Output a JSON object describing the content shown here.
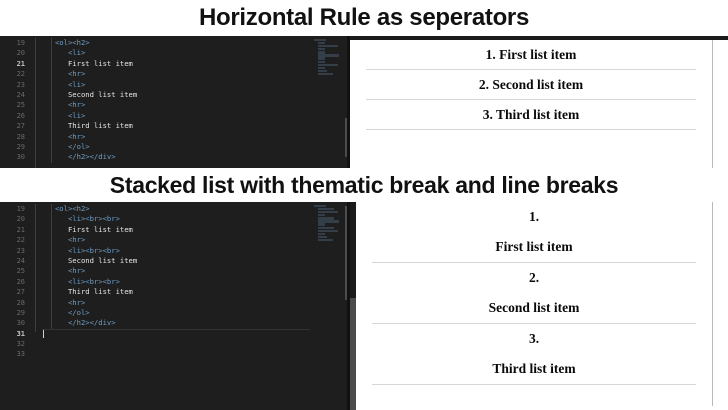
{
  "sections": [
    {
      "title": "Horizontal Rule as seperators",
      "editor": {
        "first_line_number": 19,
        "line_numbers": [
          "19",
          "20",
          "21",
          "22",
          "23",
          "24",
          "25",
          "26",
          "27",
          "28",
          "29",
          "30"
        ],
        "active_line_number": "21",
        "lines": [
          {
            "n": "19",
            "indent": 0,
            "tokens": [
              {
                "t": "tag",
                "s": "<ol><h2>"
              }
            ]
          },
          {
            "n": "20",
            "indent": 1,
            "tokens": [
              {
                "t": "tag",
                "s": "<li>"
              }
            ]
          },
          {
            "n": "21",
            "indent": 1,
            "tokens": [
              {
                "t": "txt",
                "s": "First list item"
              }
            ]
          },
          {
            "n": "22",
            "indent": 1,
            "tokens": [
              {
                "t": "tag",
                "s": "<hr>"
              }
            ]
          },
          {
            "n": "23",
            "indent": 1,
            "tokens": [
              {
                "t": "tag",
                "s": "<li>"
              }
            ]
          },
          {
            "n": "24",
            "indent": 1,
            "tokens": [
              {
                "t": "txt",
                "s": "Second list item"
              }
            ]
          },
          {
            "n": "25",
            "indent": 1,
            "tokens": [
              {
                "t": "tag",
                "s": "<hr>"
              }
            ]
          },
          {
            "n": "26",
            "indent": 1,
            "tokens": [
              {
                "t": "tag",
                "s": "<li>"
              }
            ]
          },
          {
            "n": "27",
            "indent": 1,
            "tokens": [
              {
                "t": "txt",
                "s": "Third list item"
              }
            ]
          },
          {
            "n": "28",
            "indent": 1,
            "tokens": [
              {
                "t": "tag",
                "s": "<hr>"
              }
            ]
          },
          {
            "n": "29",
            "indent": 1,
            "tokens": [
              {
                "t": "tag",
                "s": "</ol>"
              }
            ]
          },
          {
            "n": "30",
            "indent": 1,
            "tokens": [
              {
                "t": "tag",
                "s": "</h2></div>"
              }
            ]
          }
        ]
      },
      "preview": {
        "items": [
          {
            "marker": "1.",
            "text": "First list item",
            "inline": true
          },
          {
            "marker": "2.",
            "text": "Second list item",
            "inline": true
          },
          {
            "marker": "3.",
            "text": "Third list item",
            "inline": true
          }
        ],
        "rule_after_each": true
      }
    },
    {
      "title": "Stacked list with thematic break and line breaks",
      "editor": {
        "first_line_number": 19,
        "line_numbers": [
          "19",
          "20",
          "21",
          "22",
          "23",
          "24",
          "25",
          "26",
          "27",
          "28",
          "29",
          "30",
          "31",
          "32",
          "33"
        ],
        "active_line_number": "31",
        "lines": [
          {
            "n": "19",
            "indent": 0,
            "tokens": [
              {
                "t": "tag",
                "s": "<ol><h2>"
              }
            ]
          },
          {
            "n": "20",
            "indent": 1,
            "tokens": [
              {
                "t": "tag",
                "s": "<li><br><br>"
              }
            ]
          },
          {
            "n": "21",
            "indent": 1,
            "tokens": [
              {
                "t": "txt",
                "s": "First list item"
              }
            ]
          },
          {
            "n": "22",
            "indent": 1,
            "tokens": [
              {
                "t": "tag",
                "s": "<hr>"
              }
            ]
          },
          {
            "n": "23",
            "indent": 1,
            "tokens": [
              {
                "t": "tag",
                "s": "<li><br><br>"
              }
            ]
          },
          {
            "n": "24",
            "indent": 1,
            "tokens": [
              {
                "t": "txt",
                "s": "Second list item"
              }
            ]
          },
          {
            "n": "25",
            "indent": 1,
            "tokens": [
              {
                "t": "tag",
                "s": "<hr>"
              }
            ]
          },
          {
            "n": "26",
            "indent": 1,
            "tokens": [
              {
                "t": "tag",
                "s": "<li><br><br>"
              }
            ]
          },
          {
            "n": "27",
            "indent": 1,
            "tokens": [
              {
                "t": "txt",
                "s": "Third list item"
              }
            ]
          },
          {
            "n": "28",
            "indent": 1,
            "tokens": [
              {
                "t": "tag",
                "s": "<hr>"
              }
            ]
          },
          {
            "n": "29",
            "indent": 1,
            "tokens": [
              {
                "t": "tag",
                "s": "</ol>"
              }
            ]
          },
          {
            "n": "30",
            "indent": 1,
            "tokens": [
              {
                "t": "tag",
                "s": "</h2></div>"
              }
            ]
          },
          {
            "n": "31",
            "indent": 0,
            "tokens": []
          },
          {
            "n": "32",
            "indent": 0,
            "tokens": []
          },
          {
            "n": "33",
            "indent": 0,
            "tokens": []
          }
        ]
      },
      "preview": {
        "items": [
          {
            "marker": "1.",
            "text": "First list item",
            "inline": false
          },
          {
            "marker": "2.",
            "text": "Second list item",
            "inline": false
          },
          {
            "marker": "3.",
            "text": "Third list item",
            "inline": false
          }
        ],
        "rule_after_each": true
      }
    }
  ],
  "colors": {
    "editor_background": "#1e1e1e",
    "code_tag": "#6f9dc4",
    "code_text": "#e6e6e6",
    "line_number": "#636a70",
    "preview_background": "#ffffff",
    "rule_color": "#d7d7d7",
    "title_color": "#111111"
  }
}
